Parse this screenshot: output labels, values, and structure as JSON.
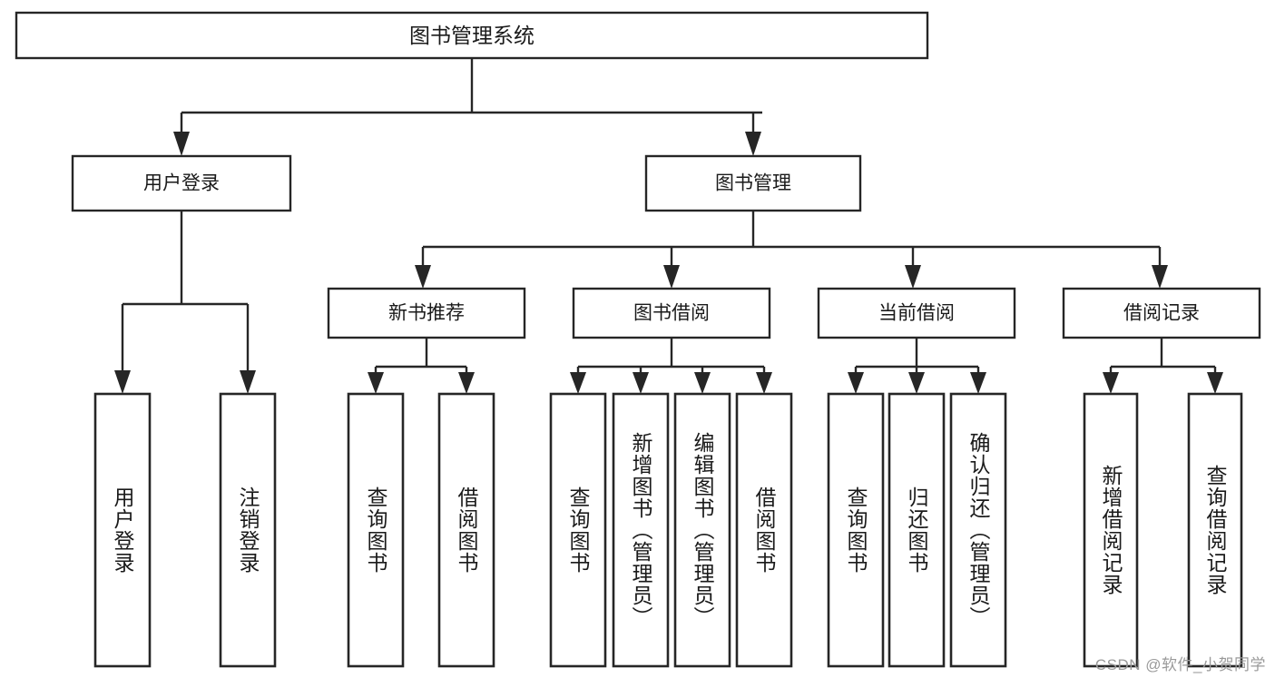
{
  "diagram": {
    "title": "图书管理系统",
    "type": "tree",
    "colors": {
      "stroke": "#262626",
      "fill": "#ffffff",
      "text": "#1a1a1a",
      "watermark": "#9a9a9a",
      "background": "#ffffff"
    },
    "watermark": "CSDN @软件_小贺同学",
    "root": {
      "label": "图书管理系统"
    },
    "level2": [
      {
        "label": "用户登录"
      },
      {
        "label": "图书管理"
      }
    ],
    "level3": [
      {
        "label": "新书推荐"
      },
      {
        "label": "图书借阅"
      },
      {
        "label": "当前借阅"
      },
      {
        "label": "借阅记录"
      }
    ],
    "leaves": {
      "user_login": [
        {
          "label": "用户登录"
        },
        {
          "label": "注销登录"
        }
      ],
      "new_book_recommend": [
        {
          "label": "查询图书"
        },
        {
          "label": "借阅图书"
        }
      ],
      "book_borrow": [
        {
          "label": "查询图书"
        },
        {
          "label": "新增图书（管理员）"
        },
        {
          "label": "编辑图书（管理员）"
        },
        {
          "label": "借阅图书"
        }
      ],
      "current_borrow": [
        {
          "label": "查询图书"
        },
        {
          "label": "归还图书"
        },
        {
          "label": "确认归还（管理员）"
        }
      ],
      "borrow_records": [
        {
          "label": "新增借阅记录"
        },
        {
          "label": "查询借阅记录"
        }
      ]
    }
  }
}
